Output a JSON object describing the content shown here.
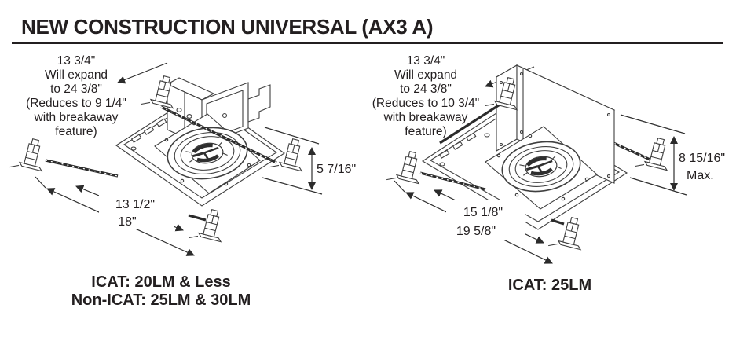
{
  "page": {
    "title": "NEW CONSTRUCTION UNIVERSAL (AX3 A)"
  },
  "colors": {
    "text": "#231f20",
    "line": "#3f3f3f",
    "bar": "#2b2b2b"
  },
  "figures": {
    "left": {
      "note": {
        "l1": "13 3/4\"",
        "l2": "Will expand",
        "l3": "to 24 3/8\"",
        "l4": "(Reduces to 9 1/4\"",
        "l5": "with breakaway",
        "l6": "feature)"
      },
      "dims": {
        "height": "5 7/16\"",
        "inner_width": "13 1/2\"",
        "outer_width": "18\""
      },
      "caption": {
        "line1": "ICAT: 20LM & Less",
        "line2": "Non-ICAT: 25LM & 30LM"
      }
    },
    "right": {
      "note": {
        "l1": "13 3/4\"",
        "l2": "Will expand",
        "l3": "to 24 3/8\"",
        "l4": "(Reduces to 10 3/4\"",
        "l5": "with breakaway",
        "l6": "feature)"
      },
      "dims": {
        "height": "8 15/16\"",
        "height_qualifier": "Max.",
        "inner_width": "15 1/8\"",
        "outer_width": "19 5/8\""
      },
      "caption": {
        "line1": "ICAT: 25LM"
      }
    }
  }
}
